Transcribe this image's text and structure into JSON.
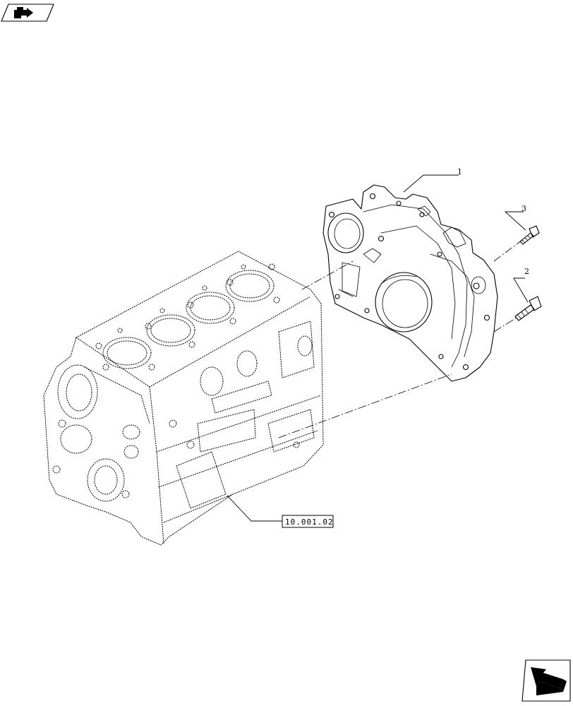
{
  "callouts": [
    {
      "id": "1",
      "label": "1"
    },
    {
      "id": "2",
      "label": "2"
    },
    {
      "id": "3",
      "label": "3"
    }
  ],
  "reference_box": {
    "label": "10.001.02"
  },
  "icons": {
    "top_left": "book-arrow-icon",
    "bottom_right": "next-page-arrow-icon"
  },
  "colors": {
    "line": "#000000",
    "background": "#ffffff"
  }
}
